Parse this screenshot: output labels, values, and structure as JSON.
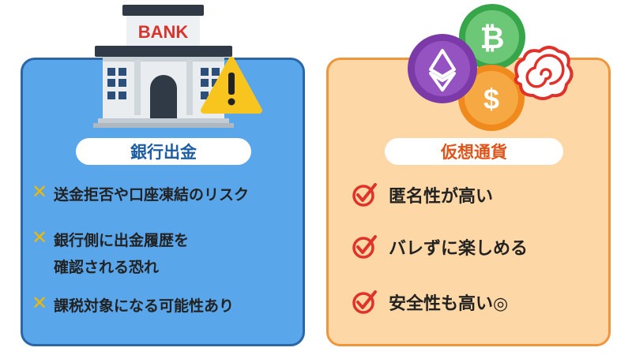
{
  "bank": {
    "sign": "BANK",
    "title": "銀行出金",
    "items": [
      {
        "mark": "✕",
        "lines": [
          "送金拒否や口座凍結のリスク"
        ]
      },
      {
        "mark": "✕",
        "lines": [
          "銀行側に出金履歴を",
          "確認される恐れ"
        ]
      },
      {
        "mark": "✕",
        "lines": [
          "課税対象になる可能性あり"
        ]
      }
    ]
  },
  "crypto": {
    "title": "仮想通貨",
    "coins": {
      "bitcoin": "₿",
      "dollar": "$"
    },
    "items": [
      {
        "icon": "check-icon",
        "text": "匿名性が高い"
      },
      {
        "icon": "check-icon",
        "text": "バレずに楽しめる"
      },
      {
        "icon": "check-icon",
        "text": "安全性も高い◎"
      }
    ]
  },
  "colors": {
    "bank_panel": "#5aa6ea",
    "bank_border": "#2a66a8",
    "crypto_panel": "#fdd8a6",
    "crypto_border": "#f2953a",
    "x_mark": "#f0b800",
    "check": "#e0322a"
  }
}
